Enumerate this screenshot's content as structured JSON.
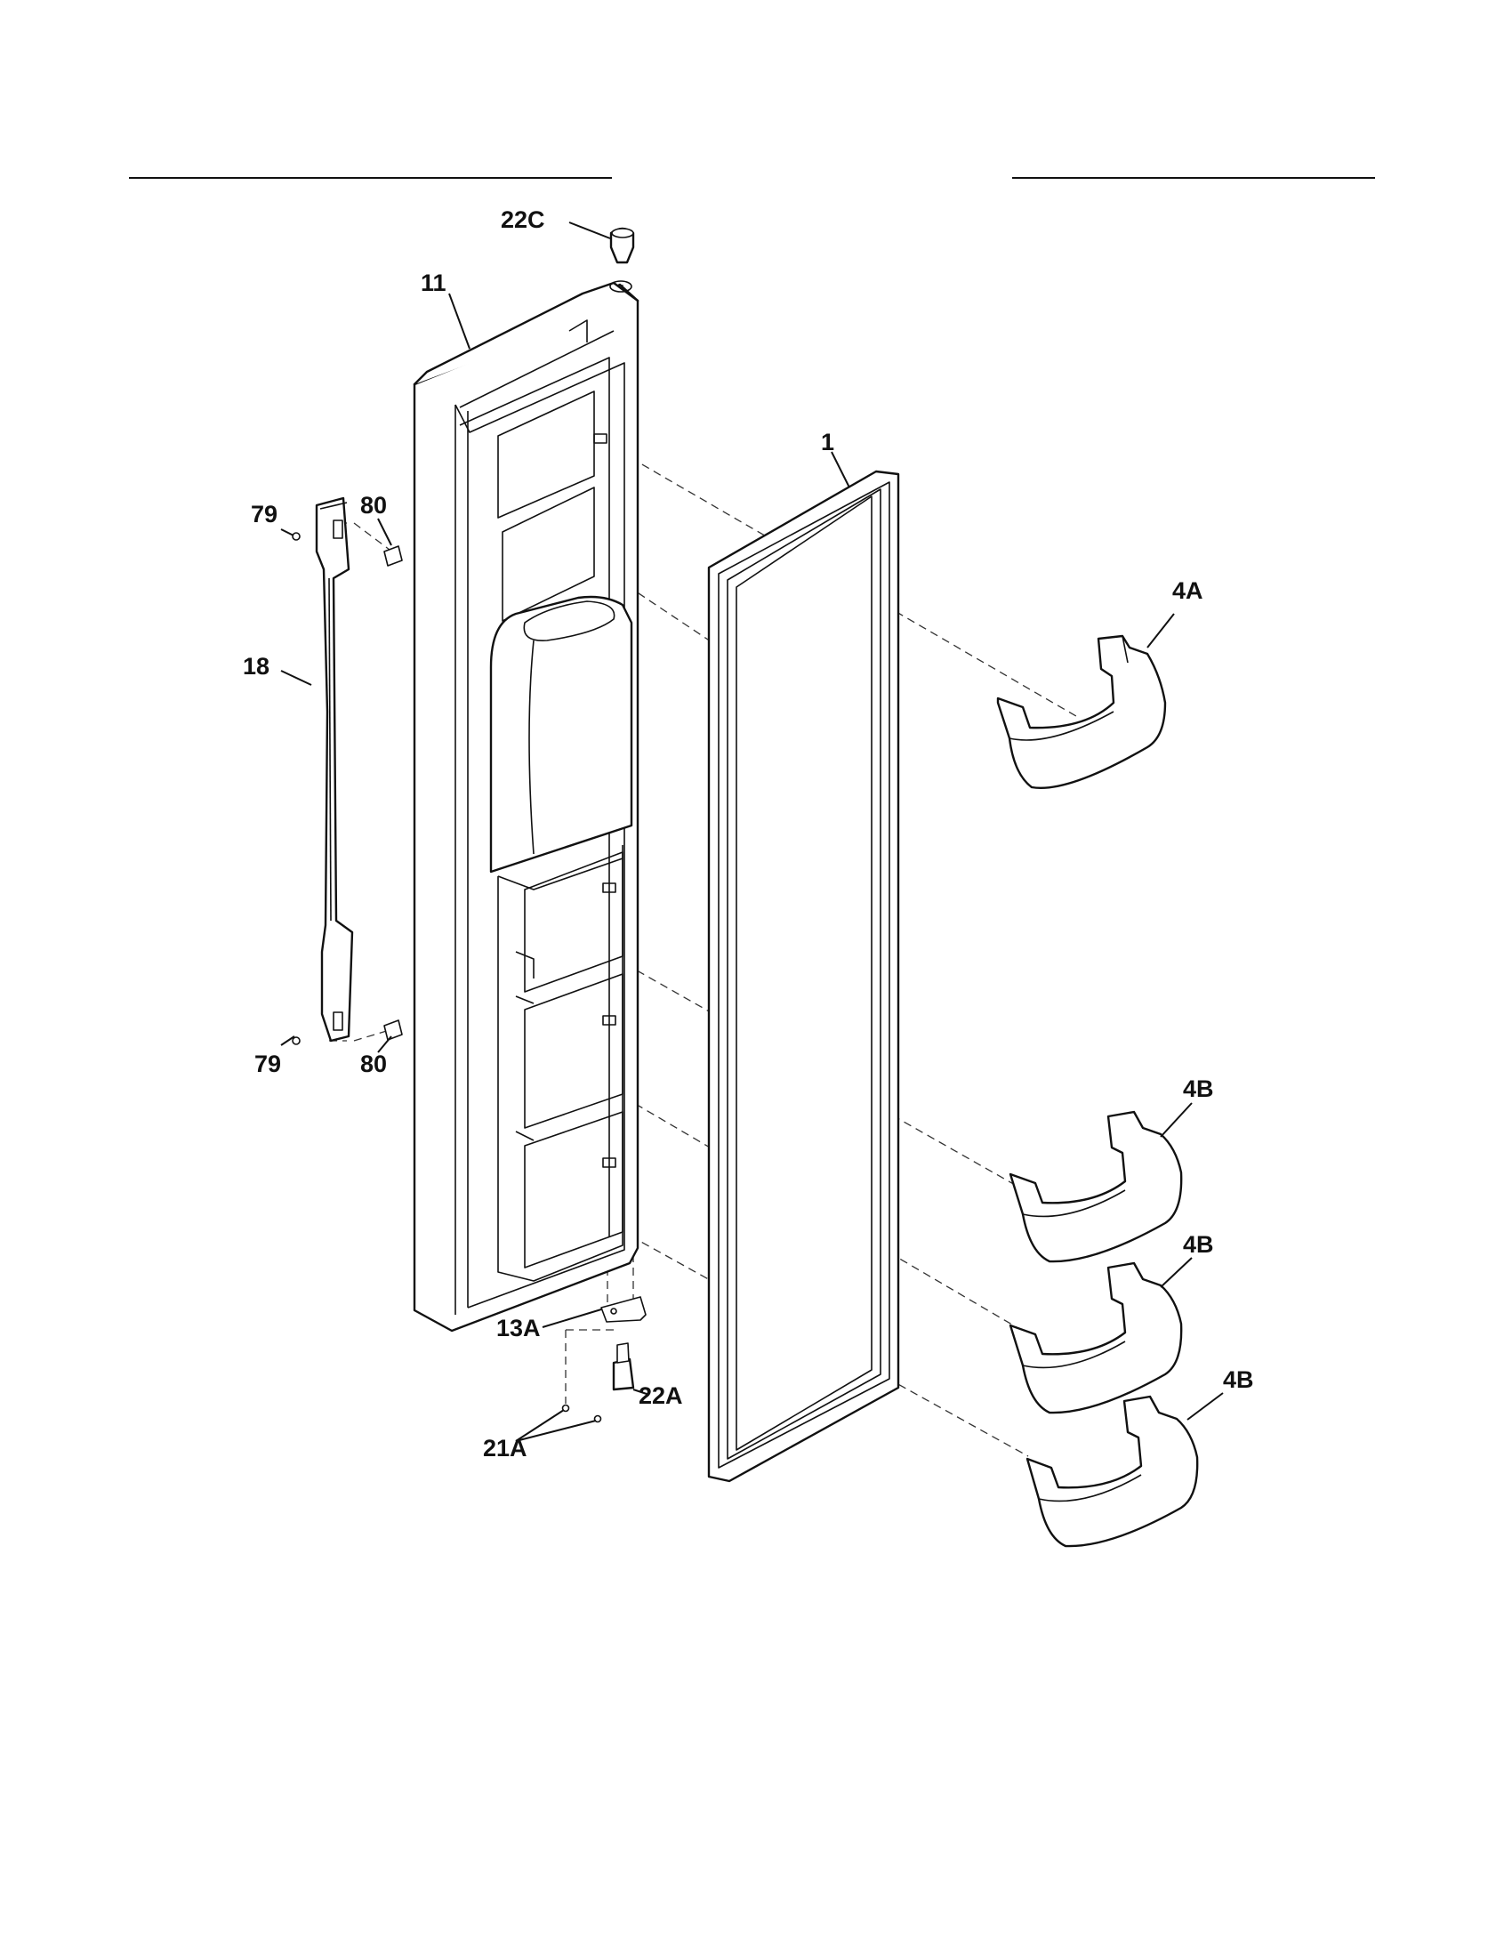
{
  "callouts": {
    "c22C": "22C",
    "c11": "11",
    "c1": "1",
    "c79_top": "79",
    "c80_top": "80",
    "c18": "18",
    "c4A": "4A",
    "c79_bottom": "79",
    "c80_bottom": "80",
    "c4B_1": "4B",
    "c4B_2": "4B",
    "c4B_3": "4B",
    "c13A": "13A",
    "c22A": "22A",
    "c21A": "21A"
  }
}
